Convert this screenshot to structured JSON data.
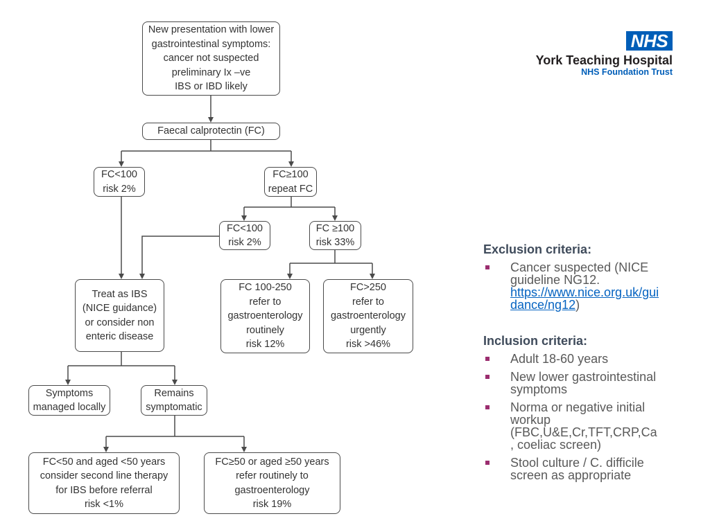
{
  "colors": {
    "nhs_blue": "#005EB8",
    "org_text": "#231F20",
    "heading": "#3F4B5B",
    "body_text": "#595959",
    "bullet": "#9B2D6F",
    "link": "#0563C1",
    "flow_border": "#4A4A4A",
    "flow_text": "#333333"
  },
  "logo": {
    "nhs_mark": "NHS",
    "hospital": "York Teaching Hospital",
    "trust": "NHS Foundation Trust"
  },
  "flowchart": {
    "presentation": "New presentation with lower\ngastrointestinal symptoms:\ncancer not suspected\npreliminary Ix –ve\nIBS or IBD likely",
    "fc_test": "Faecal calprotectin (FC)",
    "fc_under_100": "FC<100\nrisk 2%",
    "fc_100_or_more": "FC≥100\nrepeat FC",
    "repeat_under_100": "FC<100\nrisk 2%",
    "repeat_100_or_more": "FC ≥100\nrisk 33%",
    "treat_as_ibs": "Treat as IBS\n(NICE guidance)\nor consider non\nenteric disease",
    "fc_100_250": "FC 100-250\nrefer to\ngastroenterology\nroutinely\nrisk 12%",
    "fc_over_250": "FC>250\nrefer to\ngastroenterology\nurgently\nrisk >46%",
    "managed_locally": "Symptoms\nmanaged locally",
    "remains_symptomatic": "Remains\nsymptomatic",
    "fc_under_50": "FC<50 and aged <50 years\nconsider second line therapy\nfor IBS before referral\nrisk <1%",
    "fc_50_or_more": "FC≥50 or aged ≥50 years\nrefer routinely to\ngastroenterology\nrisk 19%"
  },
  "criteria": {
    "exclusion": {
      "heading": "Exclusion criteria:",
      "item": {
        "text": "Cancer suspected (NICE guideline NG12.",
        "link": "https://www.nice.org.uk/guidance/ng12",
        "suffix": ")"
      }
    },
    "inclusion": {
      "heading": "Inclusion criteria:",
      "items": [
        "Adult 18-60 years",
        "New lower gastrointestinal symptoms",
        "Norma or negative initial workup (FBC,U&E,Cr,TFT,CRP,Ca\n, coeliac screen)",
        "Stool culture / C. difficile screen as appropriate"
      ]
    }
  }
}
